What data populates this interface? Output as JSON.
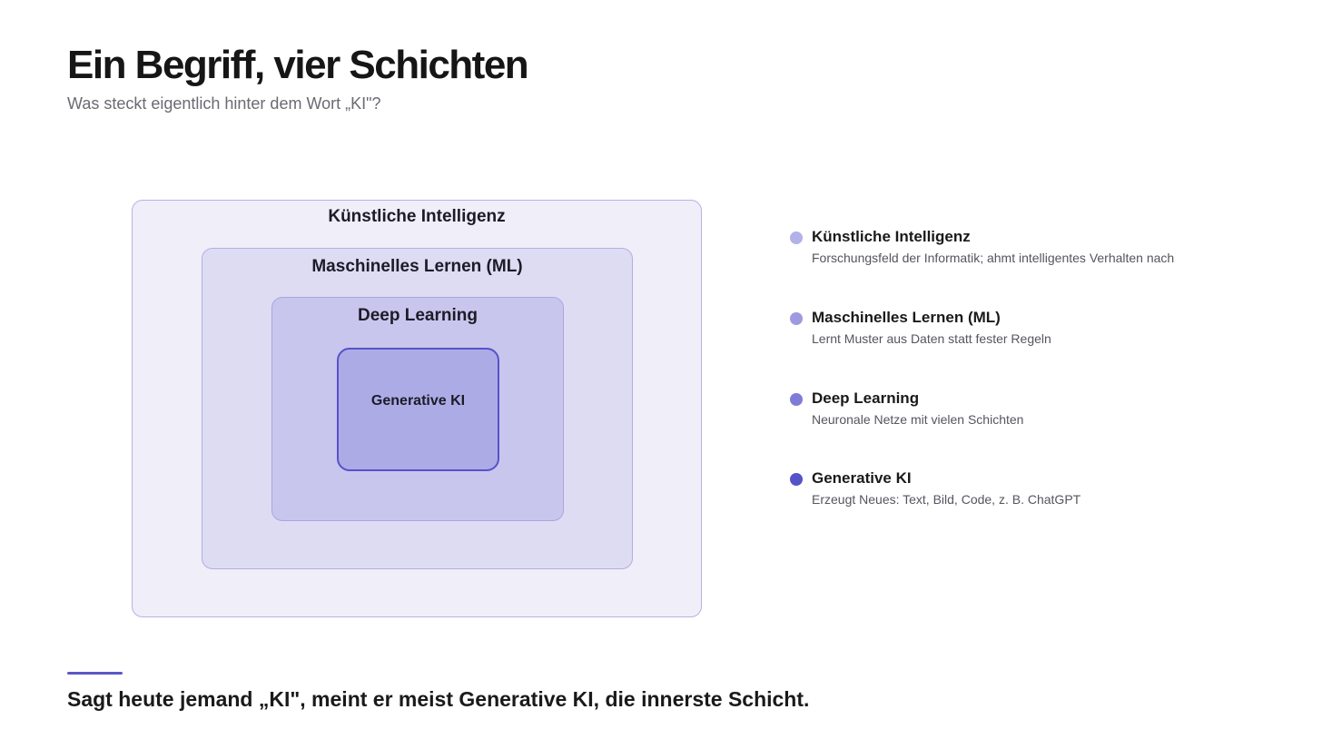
{
  "slide": {
    "title": "Ein Begriff, vier Schichten",
    "subtitle": "Was steckt eigentlich hinter dem Wort „KI\"?",
    "takeaway": "Sagt heute jemand „KI\", meint er meist Generative KI, die innerste Schicht.",
    "accent_color": "#5b58c7"
  },
  "diagram": {
    "layers": [
      {
        "label": "Künstliche Intelligenz",
        "fill": "#efeef9"
      },
      {
        "label": "Maschinelles Lernen (ML)",
        "fill": "#dedcf3"
      },
      {
        "label": "Deep Learning",
        "fill": "#c9c6ee"
      },
      {
        "label": "Generative KI",
        "fill": "#adabe6"
      }
    ]
  },
  "legend": {
    "items": [
      {
        "title": "Künstliche Intelligenz",
        "description": "Forschungsfeld der Informatik; ahmt intelligentes Verhalten nach",
        "dot_color": "#b3b1ea"
      },
      {
        "title": "Maschinelles Lernen (ML)",
        "description": "Lernt Muster aus Daten statt fester Regeln",
        "dot_color": "#9d9ae2"
      },
      {
        "title": "Deep Learning",
        "description": "Neuronale Netze mit vielen Schichten",
        "dot_color": "#7f7cd8"
      },
      {
        "title": "Generative KI",
        "description": "Erzeugt Neues: Text, Bild, Code, z. B. ChatGPT",
        "dot_color": "#5653c9"
      }
    ]
  }
}
